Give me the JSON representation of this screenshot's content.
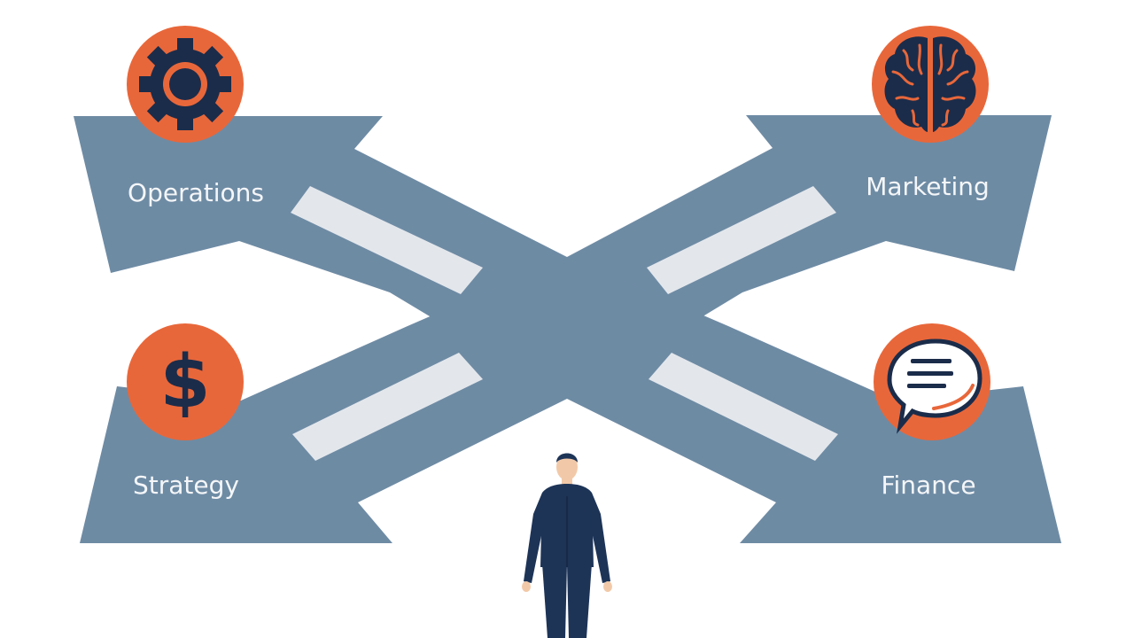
{
  "colors": {
    "background": "#ffffff",
    "road": "#6e8ba4",
    "lane_marking": "#e3e7ec",
    "icon_circle": "#e8673a",
    "icon_ink": "#1b2c4a",
    "label_text": "#f4f6f8",
    "person": "#1d3457",
    "person_skin": "#f2c9a8"
  },
  "paths": [
    {
      "id": "operations",
      "label": "Operations",
      "icon": "gear-icon"
    },
    {
      "id": "marketing",
      "label": "Marketing",
      "icon": "brain-icon"
    },
    {
      "id": "strategy",
      "label": "Strategy",
      "icon": "dollar-icon"
    },
    {
      "id": "finance",
      "label": "Finance",
      "icon": "speech-bubble-icon"
    }
  ],
  "figure": {
    "icon": "businessman-figure"
  }
}
